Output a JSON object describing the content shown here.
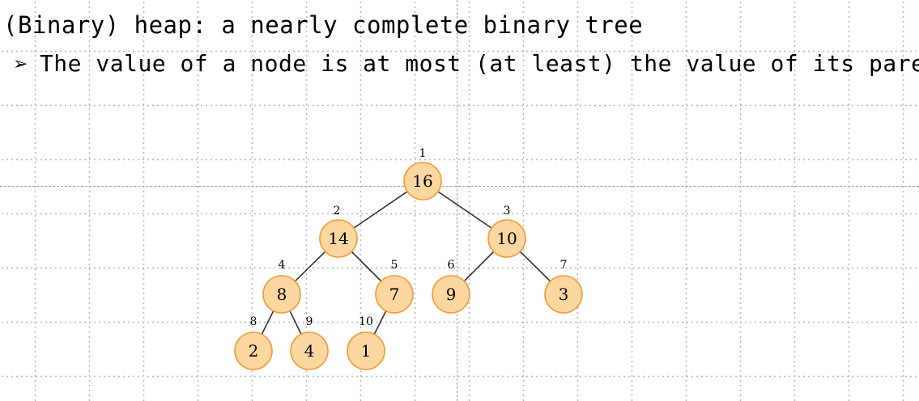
{
  "slide": {
    "title": "(Binary) heap: a nearly complete binary tree",
    "bullet_marker": "➢",
    "bullet_text": "The value of a node is at most (at least) the value of its parent"
  },
  "heap": {
    "nodes": [
      {
        "index": "1",
        "value": "16"
      },
      {
        "index": "2",
        "value": "14"
      },
      {
        "index": "3",
        "value": "10"
      },
      {
        "index": "4",
        "value": "8"
      },
      {
        "index": "5",
        "value": "7"
      },
      {
        "index": "6",
        "value": "9"
      },
      {
        "index": "7",
        "value": "3"
      },
      {
        "index": "8",
        "value": "2"
      },
      {
        "index": "9",
        "value": "4"
      },
      {
        "index": "10",
        "value": "1"
      }
    ],
    "edges": [
      [
        1,
        2
      ],
      [
        1,
        3
      ],
      [
        2,
        4
      ],
      [
        2,
        5
      ],
      [
        3,
        6
      ],
      [
        3,
        7
      ],
      [
        4,
        8
      ],
      [
        4,
        9
      ],
      [
        5,
        10
      ]
    ],
    "colors": {
      "node_fill": "#fdd7a0",
      "node_stroke": "#f29a3a",
      "edge": "#333333"
    }
  }
}
